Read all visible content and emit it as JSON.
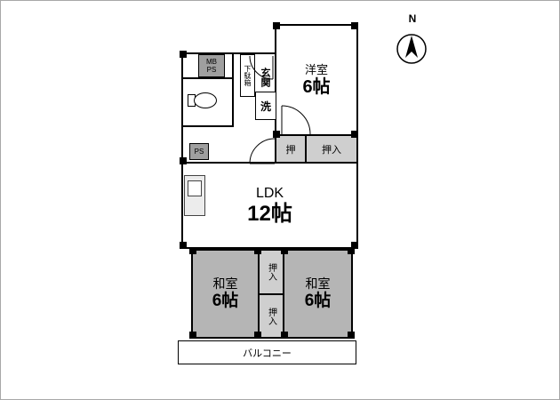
{
  "compass": {
    "label": "N"
  },
  "rooms": {
    "yoshitsu": {
      "name": "洋室",
      "size": "6帖"
    },
    "ldk": {
      "name": "LDK",
      "size": "12帖"
    },
    "washitsu_left": {
      "name": "和室",
      "size": "6帖"
    },
    "washitsu_right": {
      "name": "和室",
      "size": "6帖"
    }
  },
  "labels": {
    "genkan": "玄関",
    "getabako": "下駄箱",
    "laundry": "洗",
    "mb": "MB",
    "ps": "PS",
    "ps_lower": "PS",
    "oshi": "押",
    "oshiire": "押入",
    "oshiire_upper": "押入",
    "oshiire_lower": "押入",
    "balcony": "バルコニー"
  },
  "colors": {
    "wall": "#000000",
    "tatami_gray": "#b5b5b5",
    "closet_gray": "#cfcfcf",
    "utility_gray": "#9f9f9f"
  }
}
